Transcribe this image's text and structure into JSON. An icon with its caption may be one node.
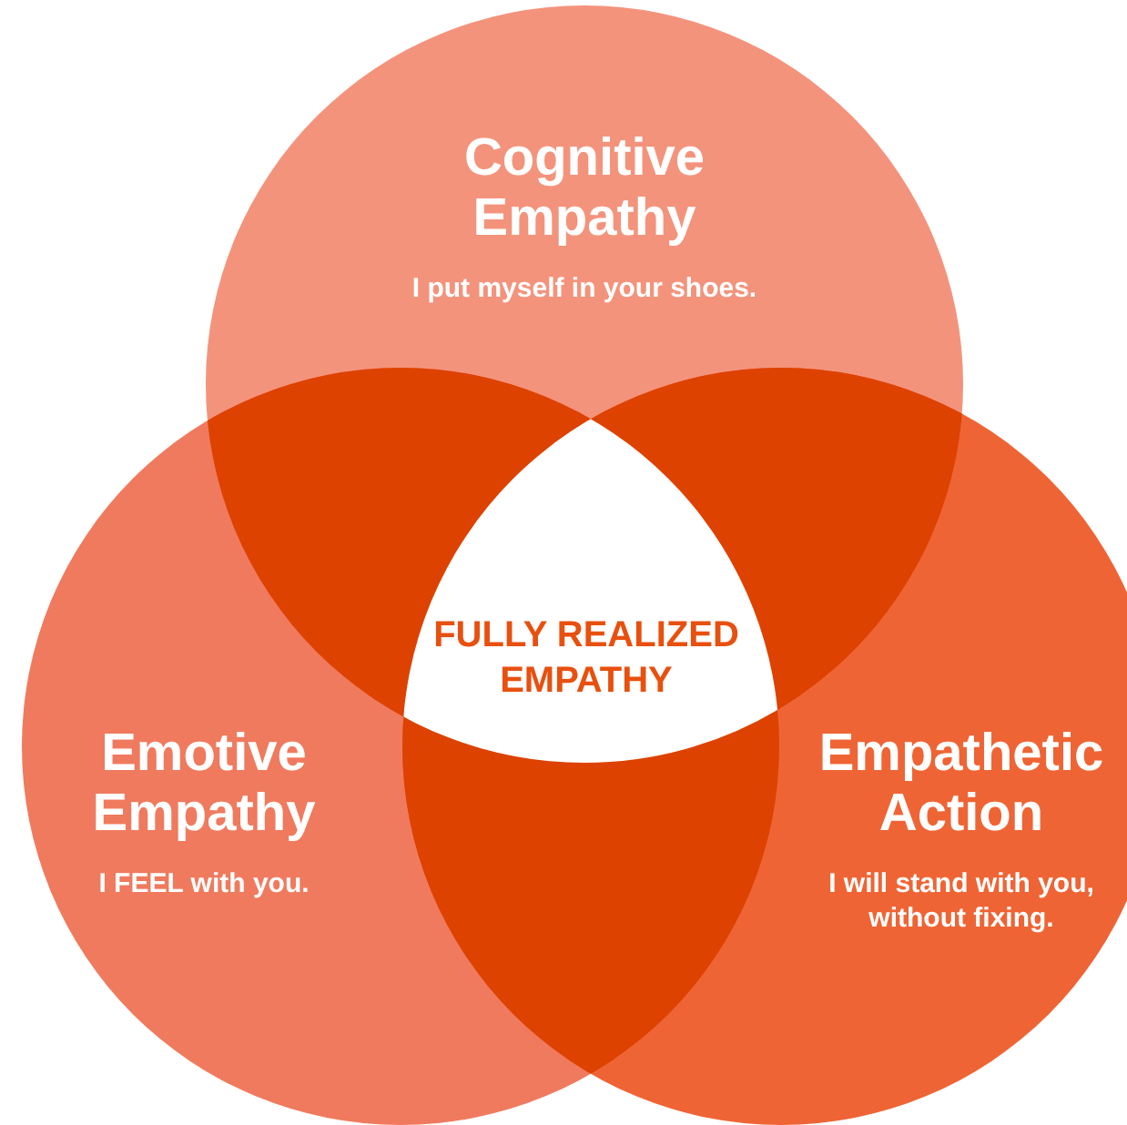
{
  "diagram": {
    "nodes": [
      {
        "text": [
          "Cognitive Empathy",
          "I put myself in your shoes."
        ]
      },
      {
        "text": [
          "Emotive Empathy",
          "I FEEL with you."
        ]
      },
      {
        "text": [
          "Empathetic Action",
          "I will stand with you, without fixing."
        ]
      },
      {
        "text": [
          "FULLY REALIZED EMPATHY"
        ]
      }
    ]
  }
}
